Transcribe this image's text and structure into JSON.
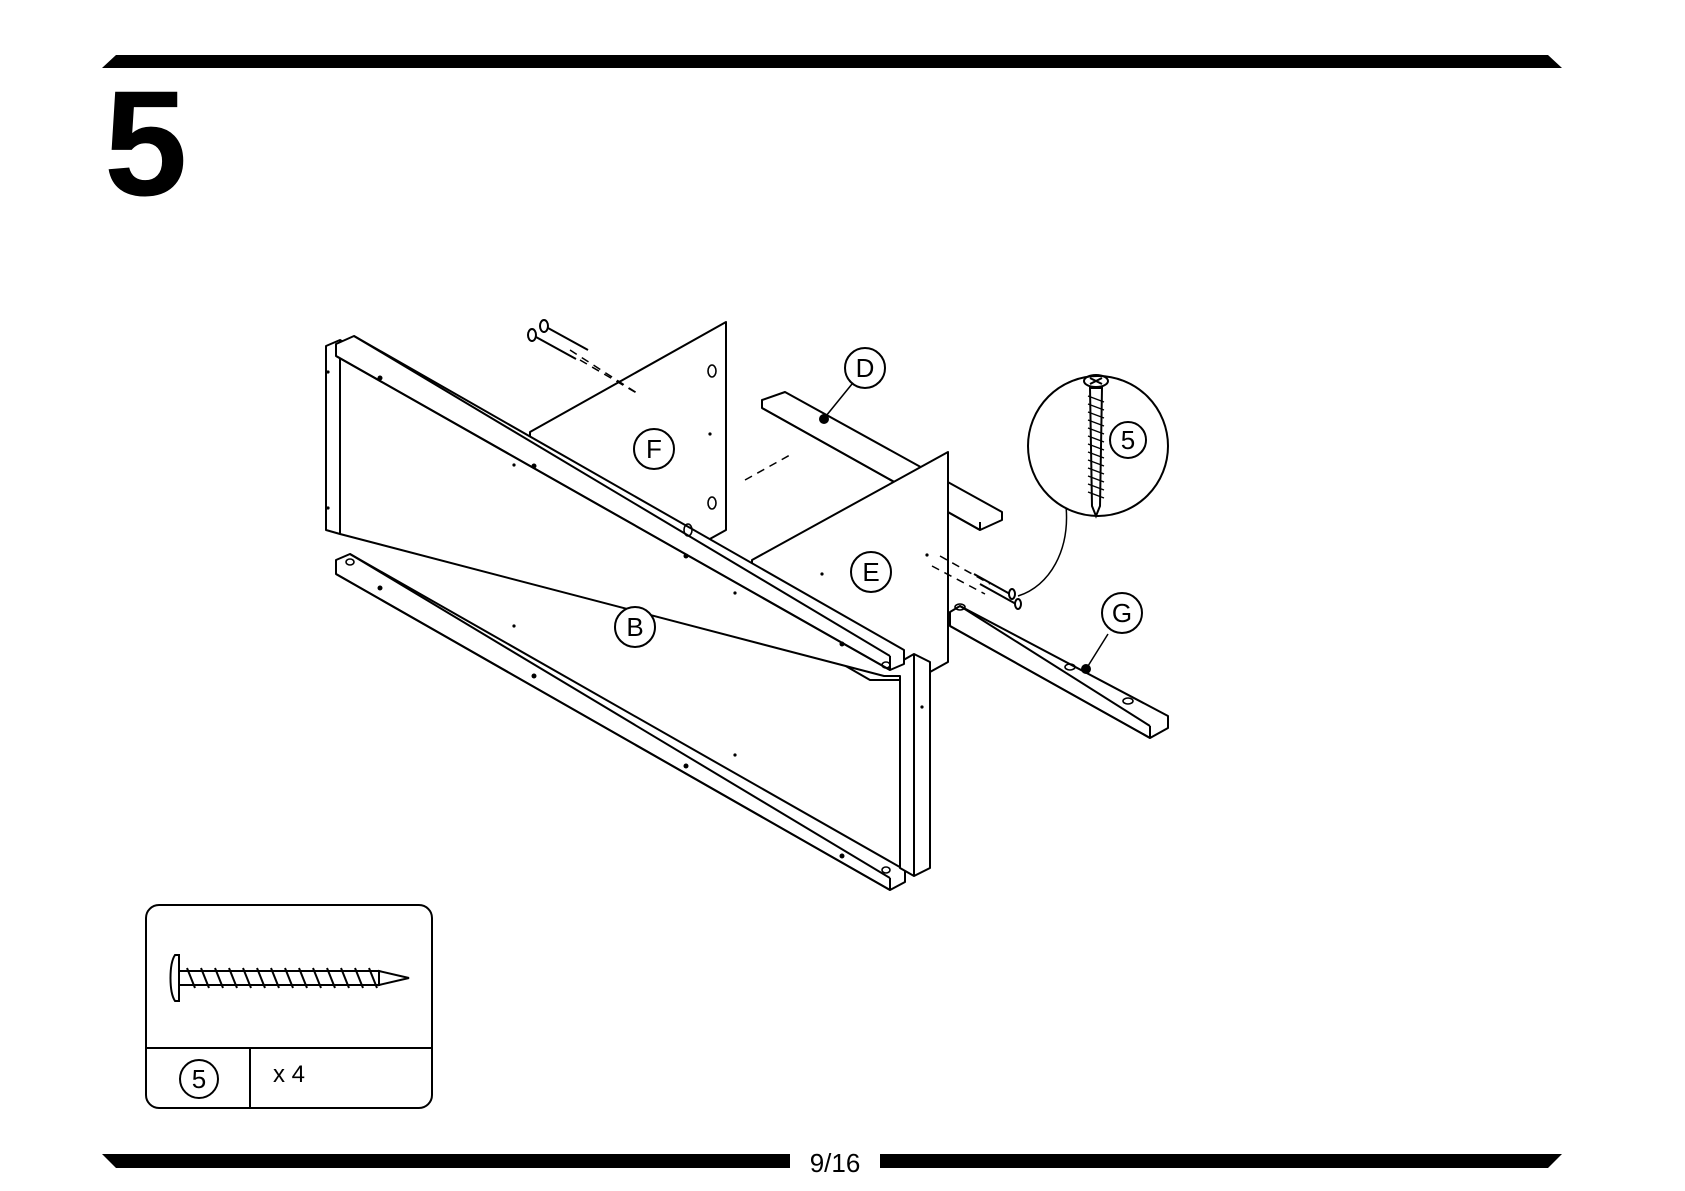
{
  "step": {
    "number": "5"
  },
  "page": {
    "number": "9/16"
  },
  "parts": {
    "B": "B",
    "D": "D",
    "E": "E",
    "F": "F",
    "G": "G"
  },
  "callout": {
    "hardware_id": "5"
  },
  "hardware": {
    "id": "5",
    "quantity": "x 4",
    "icon": "screw-icon"
  }
}
